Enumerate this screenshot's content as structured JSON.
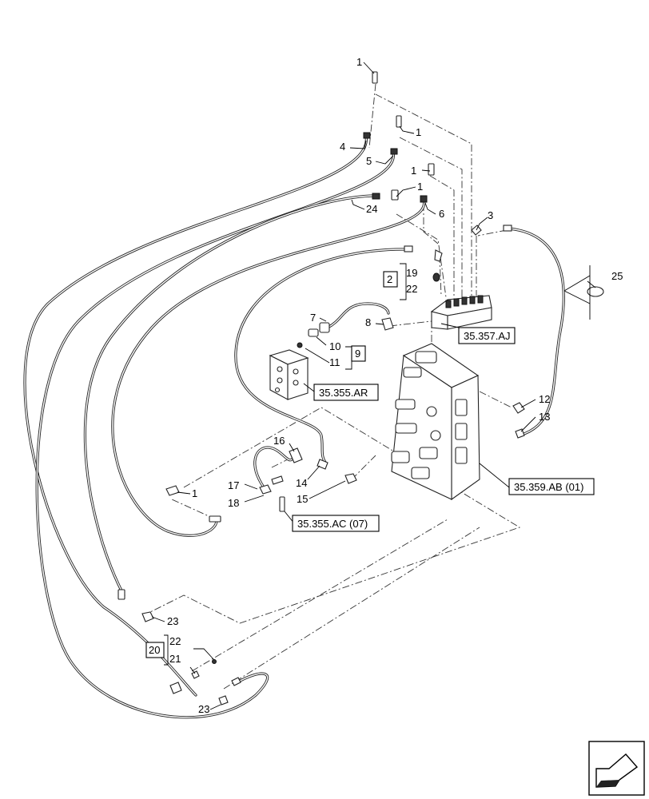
{
  "callouts": {
    "c1a": "1",
    "c1b": "1",
    "c1c": "1",
    "c1d": "1",
    "c1e": "1",
    "c2": "2",
    "c3": "3",
    "c4": "4",
    "c5": "5",
    "c6": "6",
    "c7": "7",
    "c8": "8",
    "c9": "9",
    "c10": "10",
    "c11": "11",
    "c12": "12",
    "c13": "13",
    "c14": "14",
    "c15": "15",
    "c16": "16",
    "c17": "17",
    "c18": "18",
    "c19": "19",
    "c20": "20",
    "c21": "21",
    "c22a": "22",
    "c22b": "22",
    "c23a": "23",
    "c23b": "23",
    "c24": "24",
    "c25": "25"
  },
  "references": {
    "ref_357aj": "35.357.AJ",
    "ref_355ar": "35.355.AR",
    "ref_359ab": "35.359.AB (01)",
    "ref_355ac": "35.355.AC (07)"
  },
  "icons": {
    "corner": "direction-arrow-icon"
  }
}
